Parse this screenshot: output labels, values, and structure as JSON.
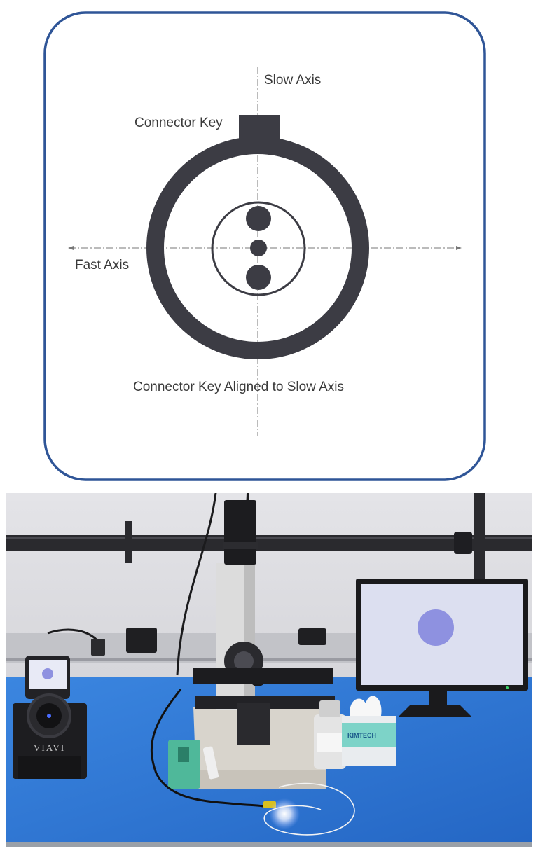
{
  "diagram": {
    "labels": {
      "slow_axis": "Slow Axis",
      "connector_key": "Connector Key",
      "fast_axis": "Fast Axis",
      "caption": "Connector Key Aligned to Slow Axis"
    },
    "colors": {
      "frame": "#2f5597",
      "shapes": "#3c3c44",
      "axis": "#777777",
      "text": "#3a3a3a"
    }
  },
  "photo": {
    "scope_brand": "VIAVI",
    "box_label": "KIMTECH",
    "colors": {
      "mat": "#2f78d6",
      "wall": "#d4d4d8",
      "monitor_screen": "#dcdff0",
      "fiber_spot": "#8e91e0"
    }
  }
}
